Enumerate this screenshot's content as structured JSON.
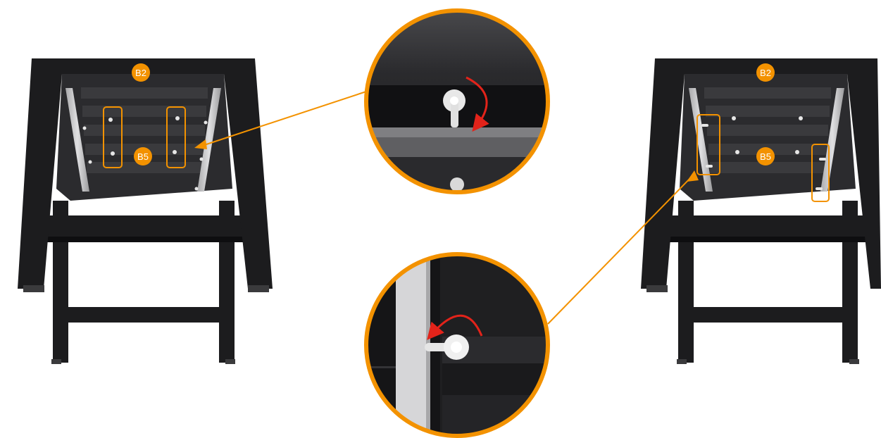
{
  "labels": {
    "left_top": "B2",
    "left_mid": "B5",
    "right_top": "B2",
    "right_mid": "B5"
  },
  "colors": {
    "accent": "#F39200",
    "arrow": "#E2231A",
    "frame": "#1c1c1e",
    "frame_edge": "#0e0e10",
    "slat": "#2b2b2e",
    "rail": "#c9c9cb",
    "background": "#ffffff"
  },
  "icons": {
    "top_detail": "latch-rotate-clockwise-icon",
    "bottom_detail": "latch-rotate-counterclockwise-icon"
  }
}
